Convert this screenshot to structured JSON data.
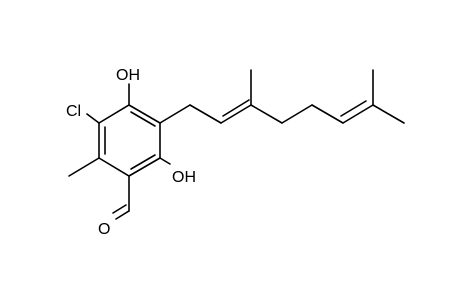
{
  "molecule": {
    "atom_labels": {
      "oh_top": "OH",
      "oh_right": "OH",
      "chlorine": "Cl",
      "oxygen": "O"
    },
    "colors": {
      "bond": "#000000",
      "label": "#000000",
      "background": "#ffffff"
    }
  }
}
